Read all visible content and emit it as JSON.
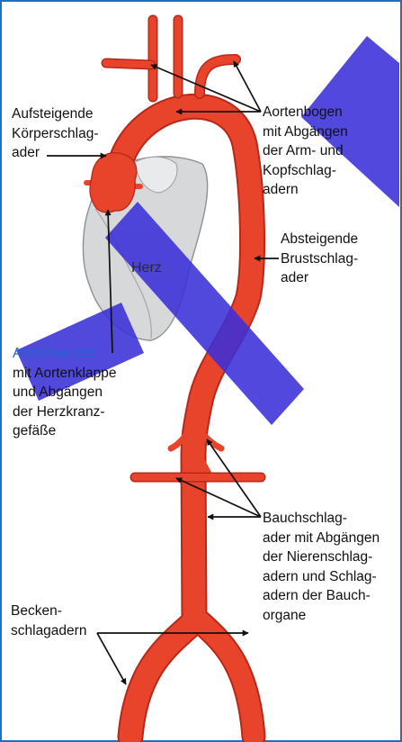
{
  "colors": {
    "artery": "#e8432b",
    "artery_dark": "#b8281a",
    "heart": "#d7d8da",
    "heart_outline": "#8e9094",
    "watermark": "#3a2fd8",
    "frame": "#1f6fc4",
    "text": "#111111",
    "text_blue": "#1f66cc"
  },
  "labels": {
    "aufsteigende": [
      "Aufsteigende",
      "Körperschlag-",
      "ader"
    ],
    "aortenbogen": [
      "Aortenbogen",
      "mit Abgängen",
      "der Arm- und",
      "Kopfschlag-",
      "adern"
    ],
    "absteigende": [
      "Absteigende",
      "Brustschlag-",
      "ader"
    ],
    "herz": "Herz",
    "aortenwurzel": [
      "Aortenwurzel",
      "mit Aortenklappe",
      "und Abgängen",
      "der Herzkranz-",
      "gefäße"
    ],
    "bauch": [
      "Bauchschlag-",
      "ader mit Abgängen",
      "der Nierenschlag-",
      "adern und Schlag-",
      "adern der Bauch-",
      "organe"
    ],
    "becken": [
      "Becken-",
      "schlagadern"
    ]
  }
}
